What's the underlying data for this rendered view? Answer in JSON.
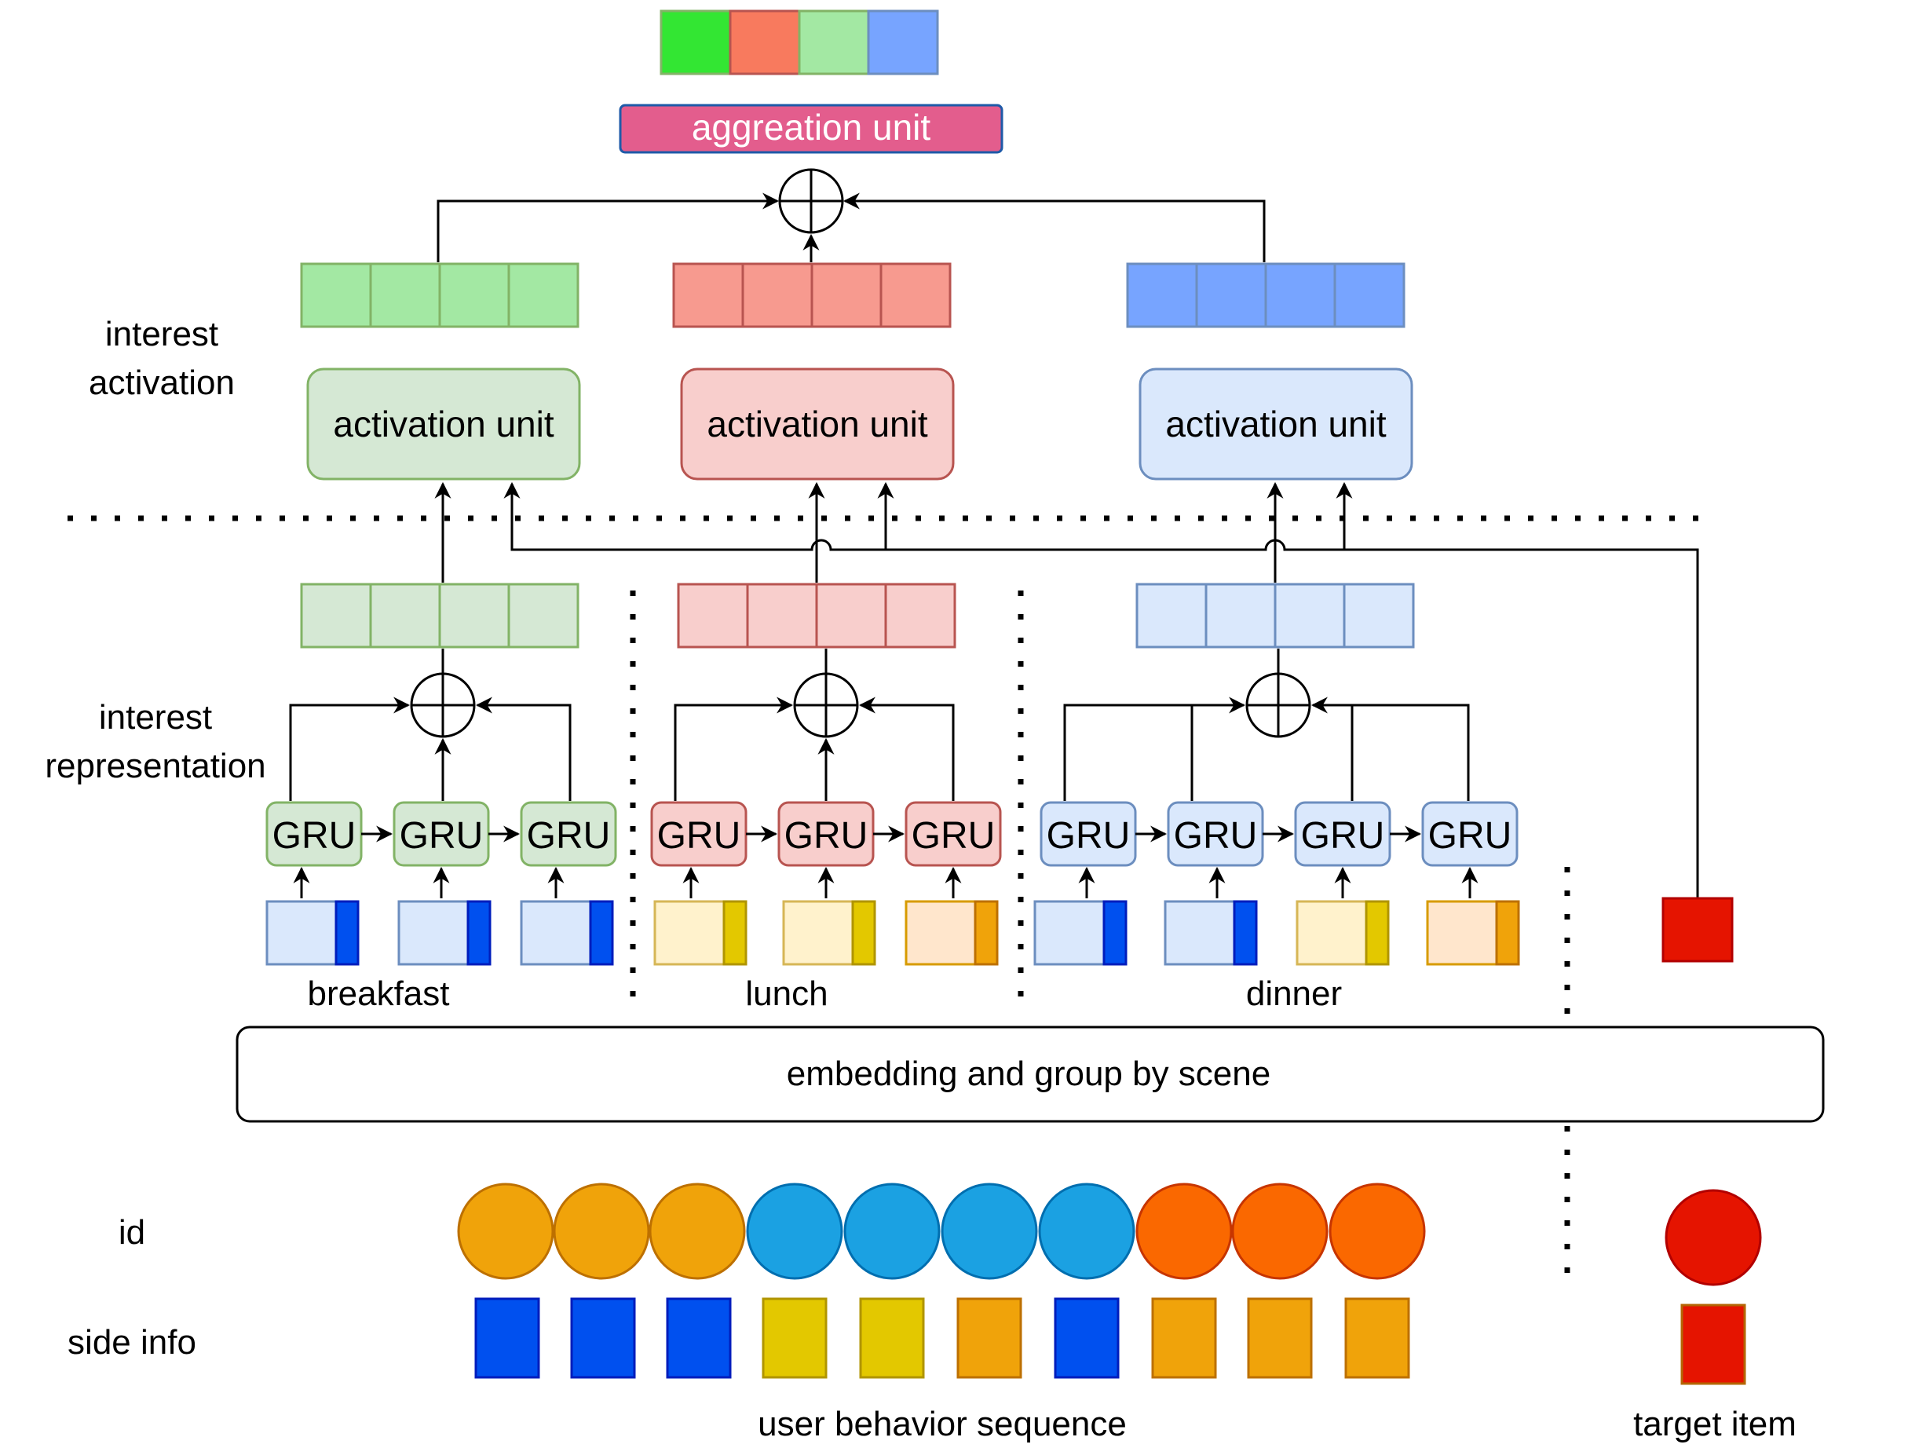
{
  "labels": {
    "interest_activation_1": "interest",
    "interest_activation_2": "activation",
    "interest_representation_1": "interest",
    "interest_representation_2": "representation",
    "id": "id",
    "side_info": "side info",
    "user_behavior_sequence": "user behavior sequence",
    "target_item": "target item"
  },
  "units": {
    "aggregation": "aggreation unit",
    "activation": "activation unit",
    "gru": "GRU",
    "embedding": "embedding and group by scene"
  },
  "scenes": [
    "breakfast",
    "lunch",
    "dinner"
  ],
  "colors": {
    "green_light": "#d5e8d4",
    "green_mid": "#a3e8a3",
    "green_stroke": "#82b366",
    "green_bright": "#33e633",
    "red_light": "#f8cecc",
    "red_mid": "#f79a8f",
    "red_stroke": "#b85450",
    "red_bright": "#f87a5e",
    "blue_light": "#dae8fc",
    "blue_mid": "#77a4ff",
    "blue_stroke": "#6c8ebf",
    "agg_fill": "#e35d8d",
    "agg_stroke": "#1e5aa8",
    "side_blue": "#0050ef",
    "side_yellow": "#e3c800",
    "side_orange": "#f0a30a",
    "side_peach": "#ffe6cc",
    "side_cream": "#fff2cc",
    "id_orange": "#f0a30a",
    "id_blue": "#1ba1e2",
    "id_darkorange": "#fa6800",
    "target_red": "#e51400"
  },
  "sequence": {
    "id_colors": [
      "id_orange",
      "id_orange",
      "id_orange",
      "id_blue",
      "id_blue",
      "id_blue",
      "id_blue",
      "id_darkorange",
      "id_darkorange",
      "id_darkorange"
    ],
    "side_colors": [
      "side_blue",
      "side_blue",
      "side_blue",
      "side_yellow",
      "side_yellow",
      "side_orange",
      "side_blue",
      "side_orange",
      "side_orange",
      "side_orange"
    ]
  }
}
